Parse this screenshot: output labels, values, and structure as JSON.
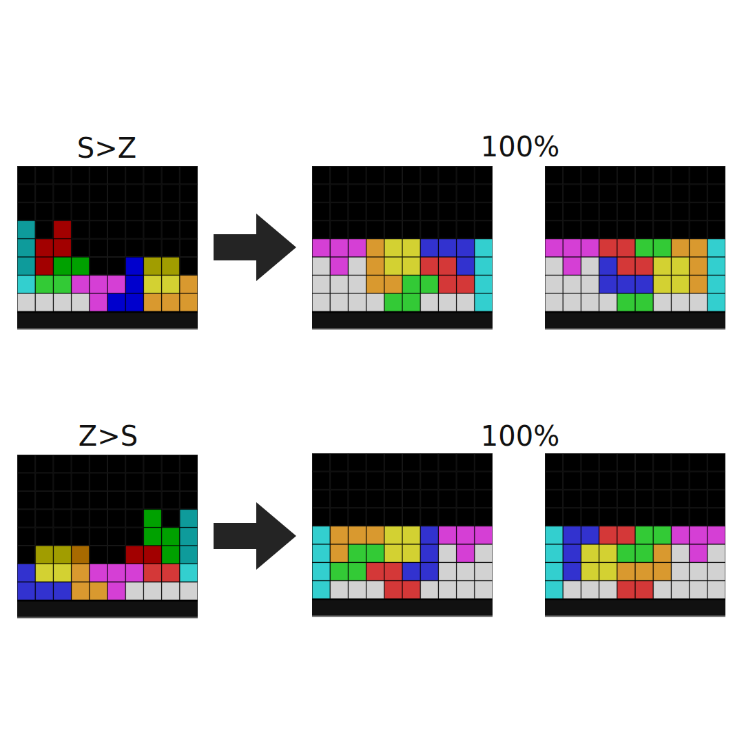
{
  "diagram": {
    "labels": [
      "S>Z",
      "100%",
      "Z>S",
      "100%"
    ]
  }
}
